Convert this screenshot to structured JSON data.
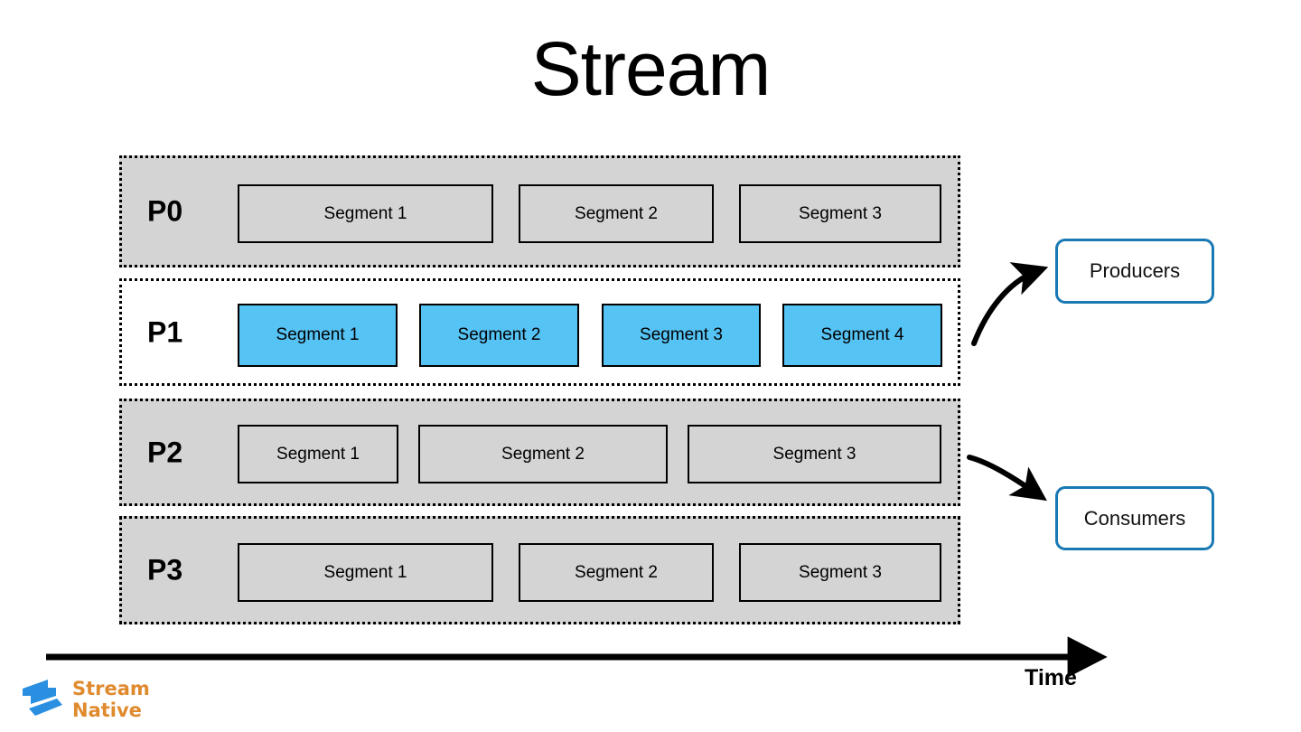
{
  "title": "Stream",
  "colors": {
    "row_fill_gray": "#d4d4d4",
    "row_fill_white": "#ffffff",
    "segment_gray": "#d4d4d4",
    "segment_blue": "#56c3f5",
    "endpoint_border_blue": "#1a79b3",
    "arrow_black": "#000000",
    "logo_orange": "#e08a2e",
    "logo_blue": "#2a8fe0"
  },
  "partitions": [
    {
      "label": "P0",
      "highlighted": false,
      "segments": [
        {
          "label": "Segment 1",
          "highlighted": false
        },
        {
          "label": "Segment 2",
          "highlighted": false
        },
        {
          "label": "Segment 3",
          "highlighted": false
        }
      ]
    },
    {
      "label": "P1",
      "highlighted": true,
      "segments": [
        {
          "label": "Segment 1",
          "highlighted": true
        },
        {
          "label": "Segment 2",
          "highlighted": true
        },
        {
          "label": "Segment 3",
          "highlighted": true
        },
        {
          "label": "Segment 4",
          "highlighted": true
        }
      ]
    },
    {
      "label": "P2",
      "highlighted": false,
      "segments": [
        {
          "label": "Segment 1",
          "highlighted": false
        },
        {
          "label": "Segment 2",
          "highlighted": false
        },
        {
          "label": "Segment 3",
          "highlighted": false
        }
      ]
    },
    {
      "label": "P3",
      "highlighted": false,
      "segments": [
        {
          "label": "Segment 1",
          "highlighted": false
        },
        {
          "label": "Segment 2",
          "highlighted": false
        },
        {
          "label": "Segment 3",
          "highlighted": false
        }
      ]
    }
  ],
  "endpoints": {
    "producers": {
      "label": "Producers"
    },
    "consumers": {
      "label": "Consumers"
    }
  },
  "axis": {
    "label": "Time",
    "direction": "left-to-right"
  },
  "logo": {
    "line1": "Stream",
    "line2": "Native"
  }
}
